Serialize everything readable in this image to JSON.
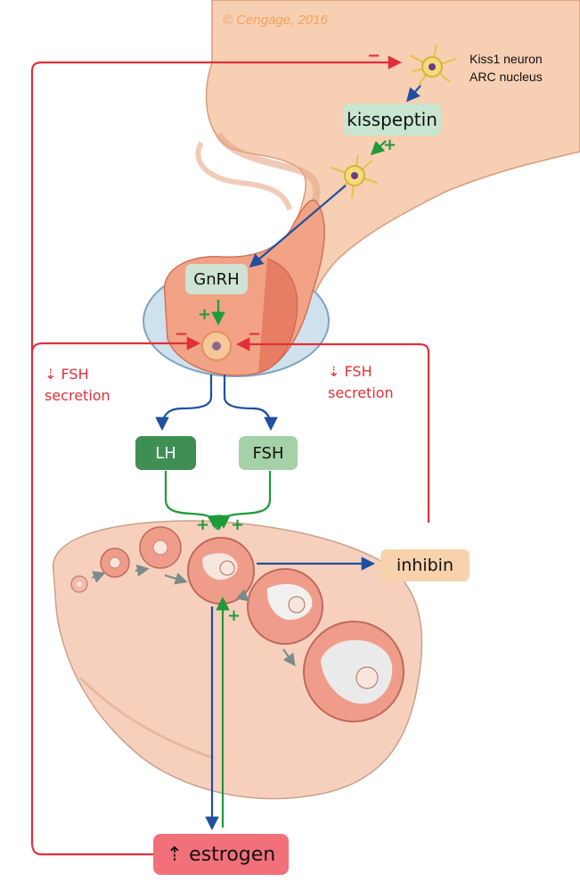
{
  "copyright": "© Cengage, 2016",
  "neuron_label": {
    "line1": "Kiss1 neuron",
    "line2": "ARC nucleus"
  },
  "hormones": {
    "kisspeptin": "kisspeptin",
    "gnrh": "GnRH",
    "lh": "LH",
    "fsh": "FSH",
    "inhibin": "inhibin",
    "estrogen": "⇡ estrogen"
  },
  "fsh_notes": {
    "left": {
      "line1": "⇣ FSH",
      "line2": "secretion"
    },
    "right": {
      "line1": "⇣ FSH",
      "line2": "secretion"
    }
  },
  "signs": {
    "plus": "+",
    "minus": "−"
  },
  "colors": {
    "negative_feedback": "#e0303a",
    "stimulation": "#1f9a3a",
    "secretion": "#1f4fa0",
    "brain_tissue": "#f6cdb0",
    "ovary": "#f7d0bd"
  }
}
